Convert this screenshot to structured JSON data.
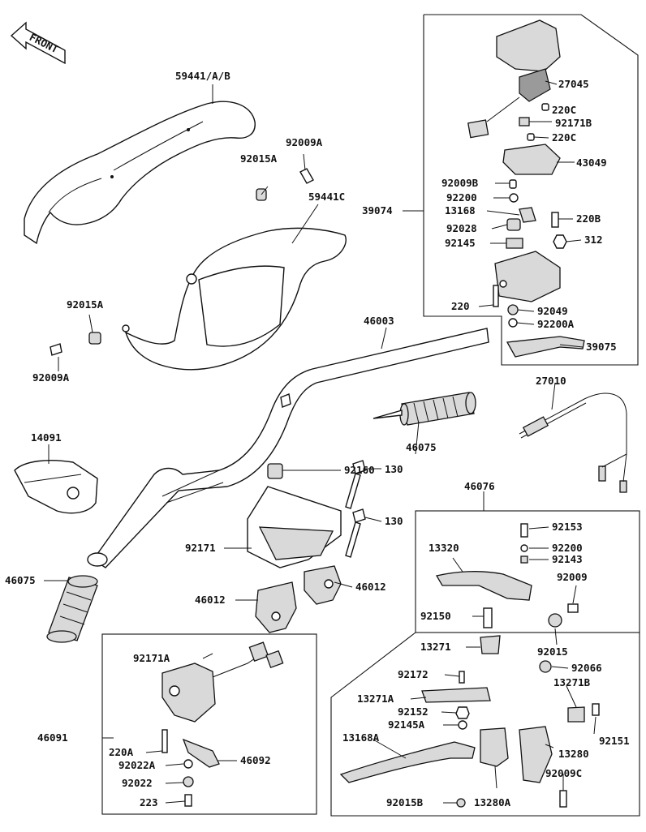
{
  "front_label": "FRONT",
  "labels": {
    "l_59441AB": "59441/A/B",
    "l_92009A_top": "92009A",
    "l_92015A_top": "92015A",
    "l_59441C": "59441C",
    "l_92015A_left": "92015A",
    "l_92009A_left": "92009A",
    "l_46003": "46003",
    "l_27045": "27045",
    "l_220C_1": "220C",
    "l_92171B": "92171B",
    "l_220C_2": "220C",
    "l_43049": "43049",
    "l_92009B": "92009B",
    "l_92200": "92200",
    "l_39074": "39074",
    "l_13168": "13168",
    "l_220B": "220B",
    "l_92028": "92028",
    "l_312": "312",
    "l_92145": "92145",
    "l_220": "220",
    "l_92049": "92049",
    "l_92200A": "92200A",
    "l_39075": "39075",
    "l_27010": "27010",
    "l_46075_mid": "46075",
    "l_14091": "14091",
    "l_92160": "92160",
    "l_130_1": "130",
    "l_130_2": "130",
    "l_46076": "46076",
    "l_92171": "92171",
    "l_46012_left": "46012",
    "l_46012_right": "46012",
    "l_46075_left": "46075",
    "l_92153": "92153",
    "l_13320": "13320",
    "l_92200_b": "92200",
    "l_92143": "92143",
    "l_92009": "92009",
    "l_92150": "92150",
    "l_13271": "13271",
    "l_92015": "92015",
    "l_92066": "92066",
    "l_92172": "92172",
    "l_13271B": "13271B",
    "l_13271A": "13271A",
    "l_92152": "92152",
    "l_92145A": "92145A",
    "l_13168A": "13168A",
    "l_92151": "92151",
    "l_13280": "13280",
    "l_92009C": "92009C",
    "l_92015B": "92015B",
    "l_13280A": "13280A",
    "l_92171A": "92171A",
    "l_46091": "46091",
    "l_220A": "220A",
    "l_46092": "46092",
    "l_92022A": "92022A",
    "l_92022": "92022",
    "l_223": "223"
  }
}
